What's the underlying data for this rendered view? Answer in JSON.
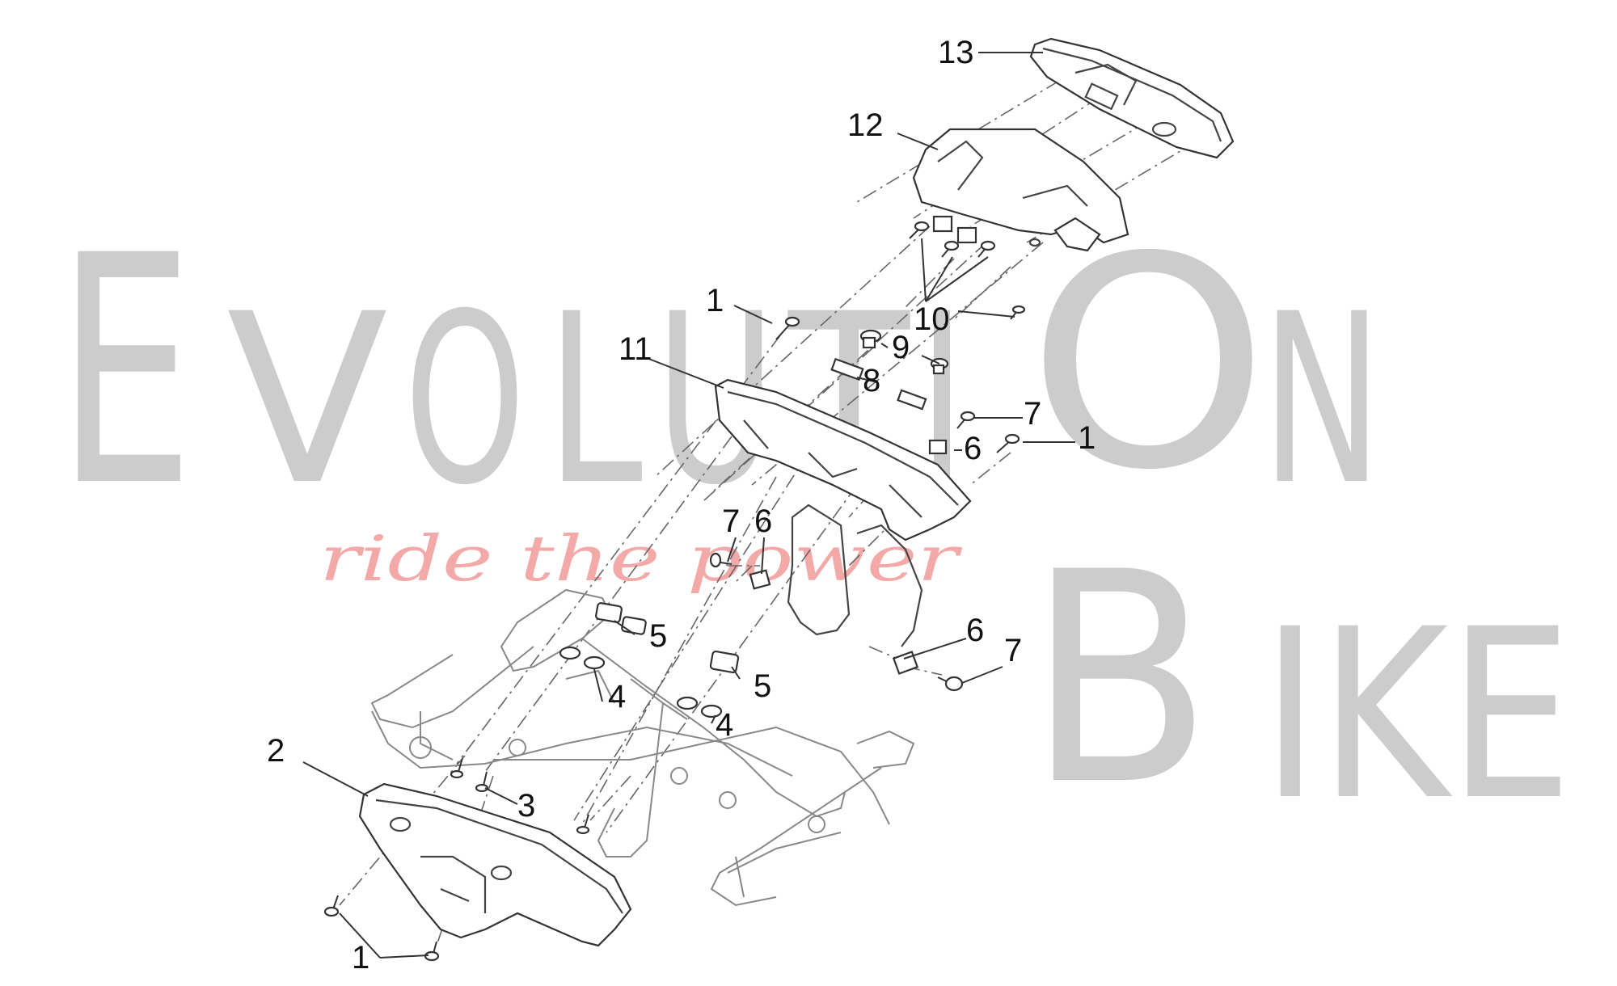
{
  "watermark": {
    "word1_letters": [
      "E",
      "V",
      "O",
      "L",
      "U",
      "T",
      "I"
    ],
    "word1_tail": "N",
    "word2_tail": "IKE",
    "big_letter_o": "O",
    "big_letter_b": "B",
    "tagline": "ride the power",
    "colors": {
      "watermark": "#cccccc",
      "tagline": "#f4a9a9"
    }
  },
  "callouts": {
    "c13": "13",
    "c12": "12",
    "c10": "10",
    "c1_top": "1",
    "c9": "9",
    "c11": "11",
    "c8": "8",
    "c7_right": "7",
    "c1_right": "1",
    "c6_right": "6",
    "c7_mid": "7",
    "c6_mid": "6",
    "c5_left": "5",
    "c5_mid": "5",
    "c4_left": "4",
    "c4_mid": "4",
    "c6_low": "6",
    "c7_low": "7",
    "c2": "2",
    "c3": "3",
    "c1_bottom": "1"
  }
}
